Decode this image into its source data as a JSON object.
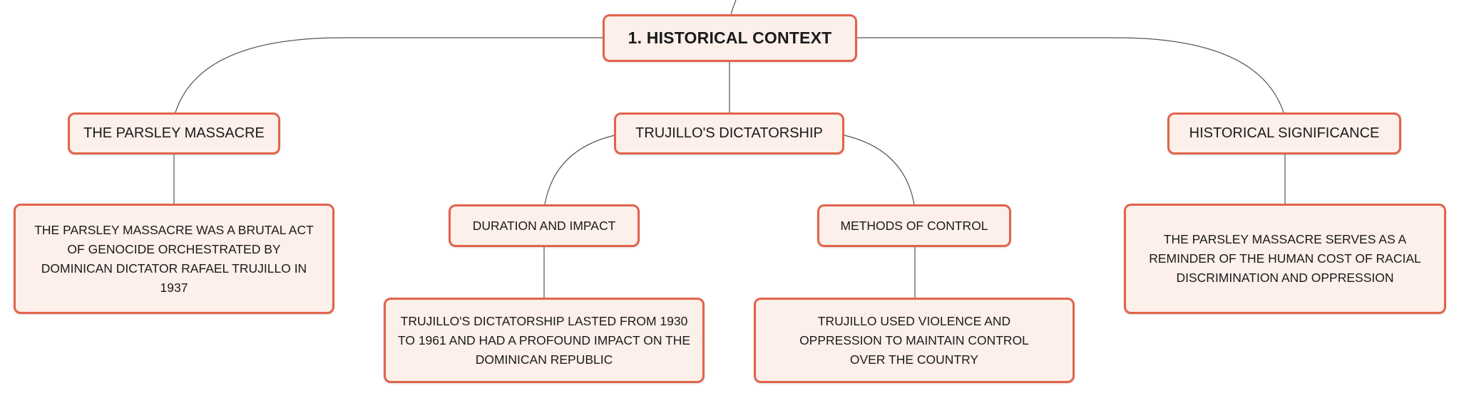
{
  "root": {
    "label": "1. HISTORICAL CONTEXT"
  },
  "branches": [
    {
      "label": "THE PARSLEY MASSACRE",
      "detail": "THE PARSLEY MASSACRE WAS A BRUTAL ACT OF GENOCIDE ORCHESTRATED BY DOMINICAN DICTATOR RAFAEL TRUJILLO IN 1937"
    },
    {
      "label": "TRUJILLO'S DICTATORSHIP",
      "children": [
        {
          "label": "DURATION AND IMPACT",
          "detail": "TRUJILLO'S DICTATORSHIP LASTED FROM 1930 TO 1961 AND HAD A PROFOUND IMPACT ON THE DOMINICAN REPUBLIC"
        },
        {
          "label": "METHODS OF CONTROL",
          "detail": "TRUJILLO USED VIOLENCE AND OPPRESSION TO MAINTAIN CONTROL OVER THE COUNTRY"
        }
      ]
    },
    {
      "label": "HISTORICAL SIGNIFICANCE",
      "detail": "THE PARSLEY MASSACRE SERVES AS A REMINDER OF THE HUMAN COST OF RACIAL DISCRIMINATION AND OPPRESSION"
    }
  ],
  "colors": {
    "node_fill": "#fdefea",
    "node_border": "#e2634c",
    "edge": "#555555"
  }
}
